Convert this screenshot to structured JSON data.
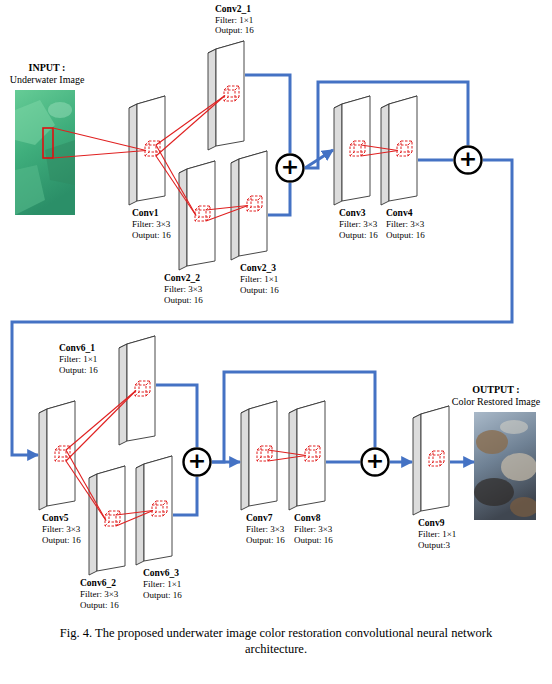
{
  "diagram": {
    "caption": "Fig. 4. The proposed underwater image color restoration convolutional neural network architecture.",
    "nodes": [
      {
        "text": [
          "INPUT :",
          "Underwater Image"
        ]
      },
      {
        "text": [
          "Conv1",
          "Filter: 3×3 Output: 16"
        ]
      },
      {
        "text": [
          "Conv2_1",
          "Filter: 1×1 Output: 16"
        ]
      },
      {
        "text": [
          "Conv2_2",
          "Filter: 3×3 Output: 16"
        ]
      },
      {
        "text": [
          "Conv2_3",
          "Filter: 1×1 Output: 16"
        ]
      },
      {
        "text": [
          "+"
        ]
      },
      {
        "text": [
          "Conv3",
          "Filter: 3×3 Output: 16"
        ]
      },
      {
        "text": [
          "Conv4",
          "Filter: 3×3 Output: 16"
        ]
      },
      {
        "text": [
          "+"
        ]
      },
      {
        "text": [
          "Conv5",
          "Filter: 3×3 Output: 16"
        ]
      },
      {
        "text": [
          "Conv6_1",
          "Filter: 1×1 Output: 16"
        ]
      },
      {
        "text": [
          "Conv6_2",
          "Filter: 3×3 Output: 16"
        ]
      },
      {
        "text": [
          "Conv6_3",
          "Filter: 1×1 Output: 16"
        ]
      },
      {
        "text": [
          "+"
        ]
      },
      {
        "text": [
          "Conv7",
          "Filter: 3×3 Output: 16"
        ]
      },
      {
        "text": [
          "Conv8",
          "Filter: 3×3 Output: 16"
        ]
      },
      {
        "text": [
          "+"
        ]
      },
      {
        "text": [
          "Conv9",
          "Filter: 1×1 Output:3"
        ]
      },
      {
        "text": [
          "OUTPUT :",
          "Color Restored Image"
        ]
      }
    ],
    "edges": [
      {
        "from": 0,
        "to": 1,
        "arrow": "none"
      },
      {
        "from": 1,
        "to": 2,
        "arrow": "none"
      },
      {
        "from": 1,
        "to": 3,
        "arrow": "none"
      },
      {
        "from": 3,
        "to": 4,
        "arrow": "none"
      },
      {
        "from": 2,
        "to": 5,
        "arrow": "none"
      },
      {
        "from": 4,
        "to": 5,
        "arrow": "none"
      },
      {
        "from": 5,
        "to": 6,
        "arrow": "to"
      },
      {
        "from": 6,
        "to": 7,
        "arrow": "none"
      },
      {
        "from": 5,
        "to": 8,
        "arrow": "none"
      },
      {
        "from": 7,
        "to": 8,
        "arrow": "none"
      },
      {
        "from": 8,
        "to": 9,
        "arrow": "to"
      },
      {
        "from": 9,
        "to": 10,
        "arrow": "none"
      },
      {
        "from": 9,
        "to": 11,
        "arrow": "none"
      },
      {
        "from": 11,
        "to": 12,
        "arrow": "none"
      },
      {
        "from": 10,
        "to": 13,
        "arrow": "none"
      },
      {
        "from": 12,
        "to": 13,
        "arrow": "none"
      },
      {
        "from": 13,
        "to": 14,
        "arrow": "to"
      },
      {
        "from": 14,
        "to": 15,
        "arrow": "none"
      },
      {
        "from": 13,
        "to": 16,
        "arrow": "none"
      },
      {
        "from": 15,
        "to": 16,
        "arrow": "none"
      },
      {
        "from": 16,
        "to": 17,
        "arrow": "to"
      },
      {
        "from": 17,
        "to": 18,
        "arrow": "to"
      }
    ]
  }
}
